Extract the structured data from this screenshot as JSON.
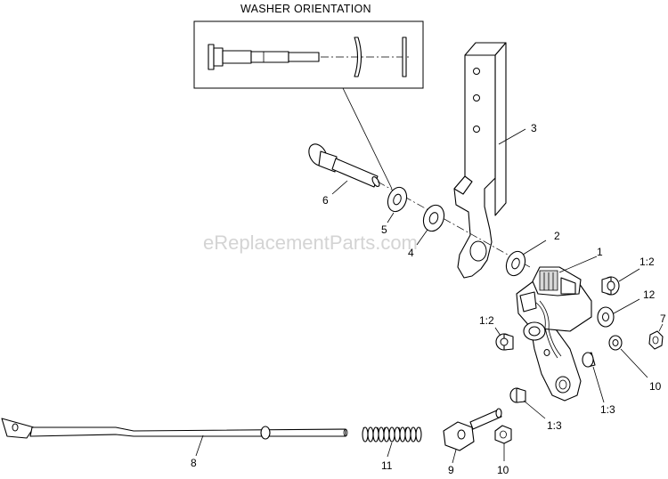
{
  "inset": {
    "title": "WASHER ORIENTATION"
  },
  "watermark": "eReplacementParts.com",
  "callouts": {
    "c1": "1",
    "c1_2a": "1:2",
    "c1_2b": "1:2",
    "c1_3a": "1:3",
    "c1_3b": "1:3",
    "c2": "2",
    "c3": "3",
    "c4": "4",
    "c5": "5",
    "c6": "6",
    "c7": "7",
    "c8": "8",
    "c9": "9",
    "c10a": "10",
    "c10b": "10",
    "c11": "11",
    "c12": "12"
  }
}
